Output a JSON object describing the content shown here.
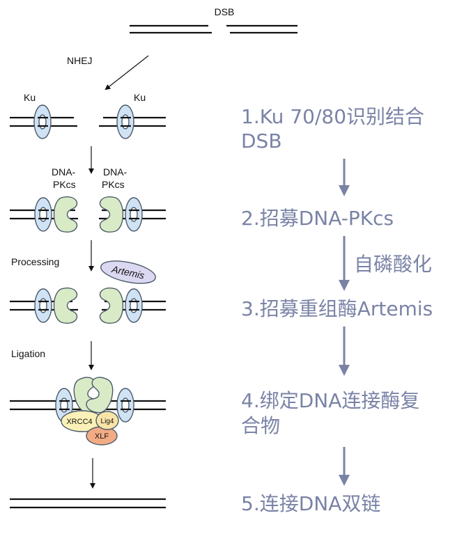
{
  "labels": {
    "dsb": "DSB",
    "nhej": "NHEJ",
    "ku_left": "Ku",
    "ku_right": "Ku",
    "dnapkcs_left_1": "DNA-",
    "dnapkcs_left_2": "PKcs",
    "dnapkcs_right_1": "DNA-",
    "dnapkcs_right_2": "PKcs",
    "processing": "Processing",
    "artemis": "Artemis",
    "ligation": "Ligation",
    "xrcc4": "XRCC4",
    "lig4": "Lig4",
    "xlf": "XLF"
  },
  "steps": {
    "s1_line1": "1.Ku 70/80识别结合",
    "s1_line2": "DSB",
    "s2": "2.招募DNA-PKcs",
    "s2_note": "自磷酸化",
    "s3": "3.招募重组酶Artemis",
    "s4_line1": "4.绑定DNA连接酶复",
    "s4_line2": "合物",
    "s5": "5.连接DNA双链"
  },
  "colors": {
    "ku": "#cfe3f4",
    "pkcs": "#d9ebc6",
    "artemis": "#dcd8f2",
    "xrcc4": "#fbf1b8",
    "lig4": "#f8e4a6",
    "xlf": "#f3ab84",
    "step_text": "#7a83a6",
    "step_arrow": "#7a83a6"
  }
}
